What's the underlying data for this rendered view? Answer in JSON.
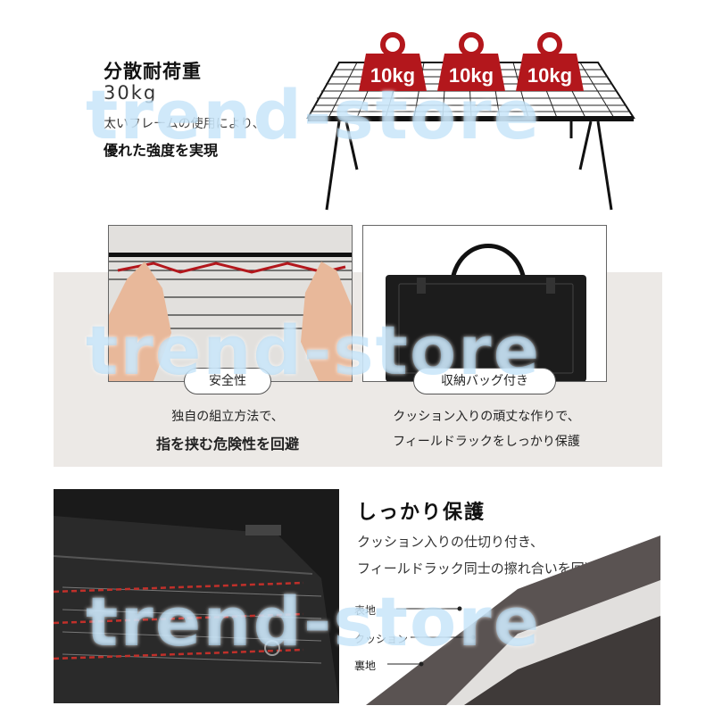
{
  "watermark": "trend-store",
  "load_section": {
    "title": "分散耐荷重",
    "capacity": "30kg",
    "desc_line1": "太いフレームの使用により、",
    "desc_line2": "優れた強度を実現",
    "weights": [
      "10kg",
      "10kg",
      "10kg"
    ]
  },
  "safety": {
    "badge": "安全性",
    "line1": "独自の組立方法で、",
    "line2": "指を挟む危険性を回避"
  },
  "bag": {
    "badge": "収納バッグ付き",
    "line1": "クッション入りの頑丈な作りで、",
    "line2": "フィールドラックをしっかり保護"
  },
  "protection": {
    "title": "しっかり保護",
    "line1": "クッション入りの仕切り付き、",
    "line2": "フィールドラック同士の擦れ合いを回避",
    "layers": [
      "表地",
      "クッション",
      "裏地"
    ]
  },
  "colors": {
    "weight_red": "#b3171c",
    "band_gray": "#ece9e6",
    "watermark_blue": "#aad7f5"
  }
}
